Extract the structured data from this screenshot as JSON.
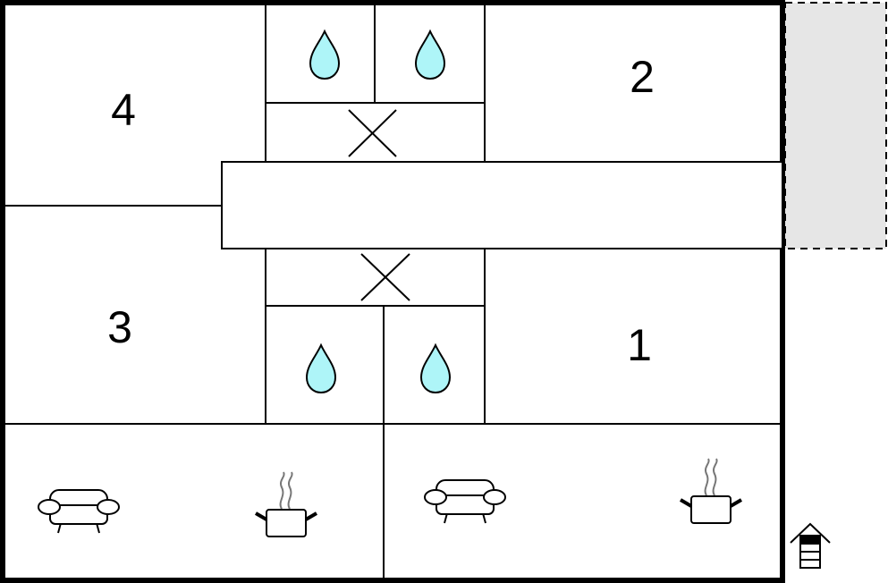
{
  "rooms": [
    {
      "label": "4"
    },
    {
      "label": "2"
    },
    {
      "label": "3"
    },
    {
      "label": "1"
    }
  ],
  "colors": {
    "wall": "#000000",
    "water_drop": "#aef5f8",
    "terrace": "#e6e6e6"
  },
  "icons": {
    "bathroom": "water-drop-icon",
    "toilet": "cross-icon",
    "living": "sofa-icon",
    "kitchen": "cooking-pot-icon",
    "exit": "house-entrance-icon"
  }
}
